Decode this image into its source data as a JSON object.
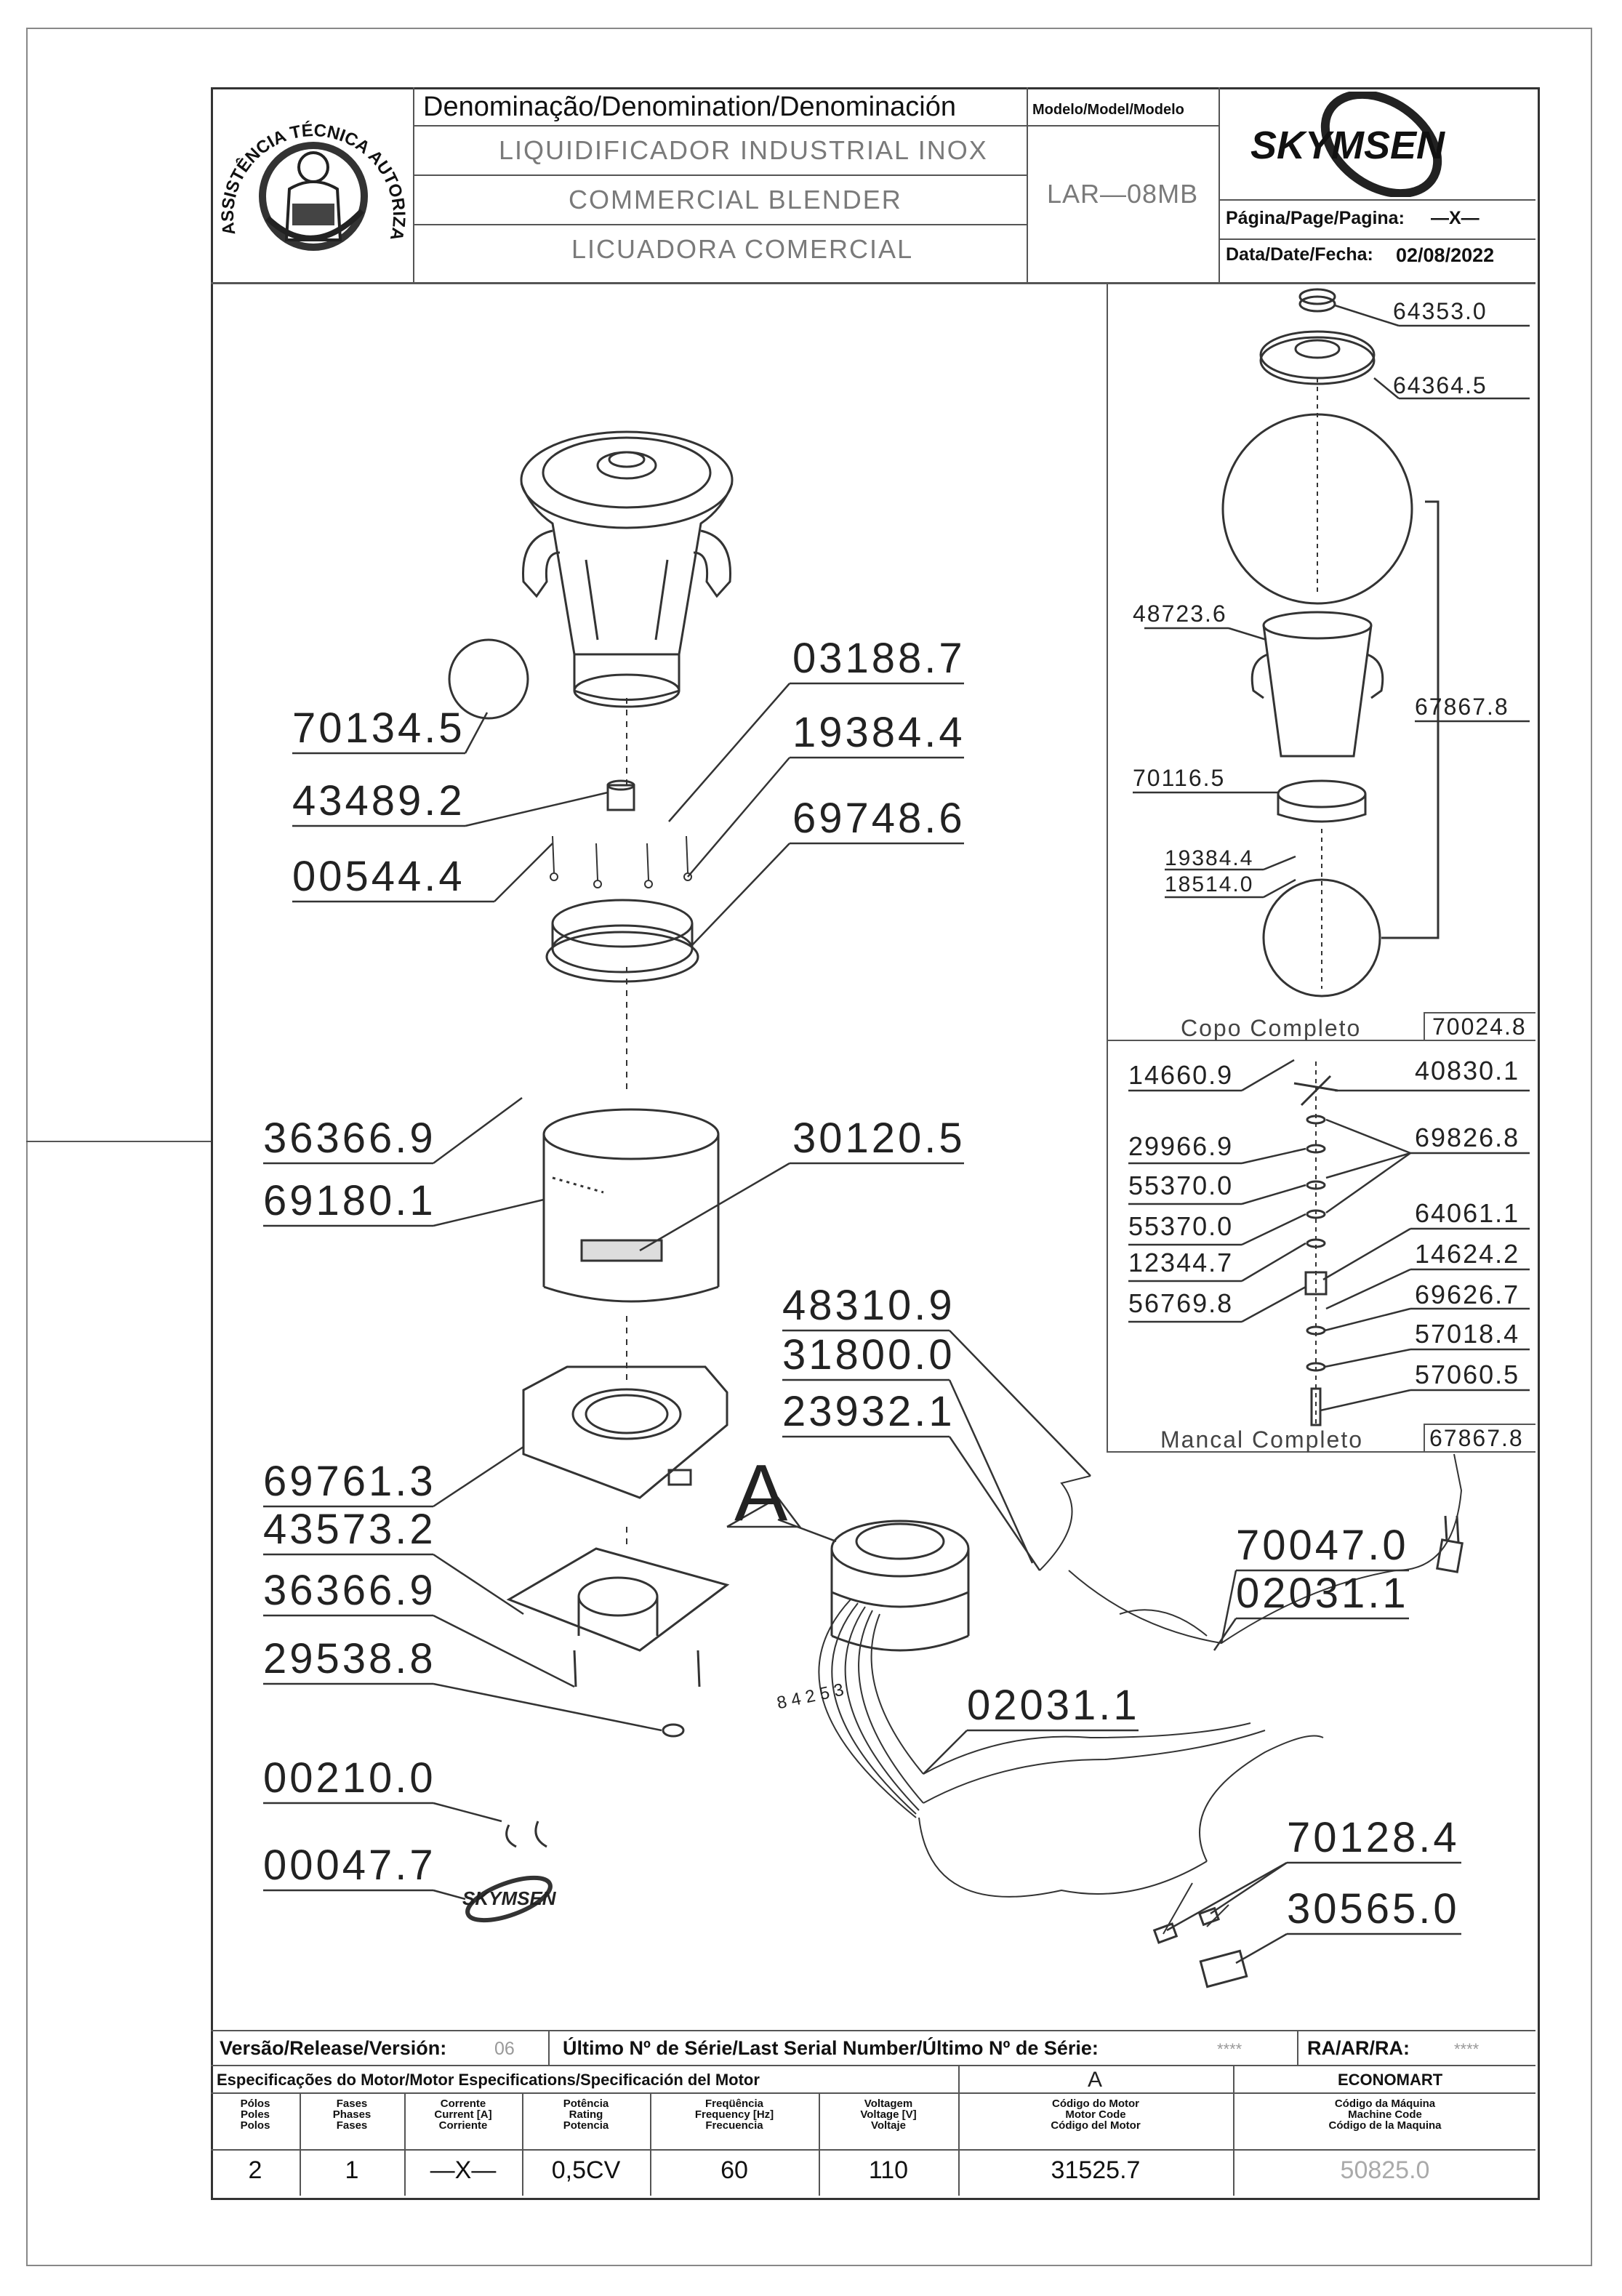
{
  "header": {
    "denomination_title": "Denominação/Denomination/Denominación",
    "names": [
      "LIQUIDIFICADOR INDUSTRIAL INOX",
      "COMMERCIAL BLENDER",
      "LICUADORA COMERCIAL"
    ],
    "model_label": "Modelo/Model/Modelo",
    "model_value": "LAR—08MB",
    "brand": "SKYMSEN",
    "page_label": "Página/Page/Pagina:",
    "page_value": "—X—",
    "date_label": "Data/Date/Fecha:",
    "date_value": "02/08/2022",
    "seal_text": "ASSISTÊNCIA TÉCNICA AUTORIZADA"
  },
  "main_labels": {
    "l70134": "70134.5",
    "l43489": "43489.2",
    "l00544": "00544.4",
    "l03188": "03188.7",
    "l19384": "19384.4",
    "l69748": "69748.6",
    "l36366a": "36366.9",
    "l69180": "69180.1",
    "l30120": "30120.5",
    "l69761": "69761.3",
    "l43573": "43573.2",
    "l36366b": "36366.9",
    "l29538": "29538.8",
    "l00210": "00210.0",
    "l00047": "00047.7",
    "l48310": "48310.9",
    "l31800": "31800.0",
    "l23932": "23932.1",
    "lA": "A",
    "l70047": "70047.0",
    "l02031a": "02031.1",
    "l02031b": "02031.1",
    "l70128": "70128.4",
    "l30565": "30565.0",
    "wire_numbers": "8 4 2 5 3"
  },
  "copo_panel": {
    "l64353": "64353.0",
    "l64364": "64364.5",
    "l48723": "48723.6",
    "l67867": "67867.8",
    "l70116": "70116.5",
    "l19384": "19384.4",
    "l18514": "18514.0",
    "title": "Copo Completo",
    "code": "70024.8"
  },
  "mancal_panel": {
    "l14660": "14660.9",
    "l40830": "40830.1",
    "l29966": "29966.9",
    "l69826": "69826.8",
    "l55370a": "55370.0",
    "l55370b": "55370.0",
    "l64061": "64061.1",
    "l12344": "12344.7",
    "l14624": "14624.2",
    "l56769": "56769.8",
    "l69626": "69626.7",
    "l57018": "57018.4",
    "l57060": "57060.5",
    "title": "Mancal Completo",
    "code": "67867.8"
  },
  "footer": {
    "version_label": "Versão/Release/Versión:",
    "version_value": "06",
    "serial_label": "Último Nº de Série/Last Serial Number/Último Nº de Série:",
    "serial_value": "****",
    "ra_label": "RA/AR/RA:",
    "ra_value": "****",
    "motor_spec_label": "Especificações do Motor/Motor Especifications/Specificación del Motor",
    "motor_letter": "A",
    "economart": "ECONOMART",
    "headers": [
      "Pólos\nPoles\nPolos",
      "Fases\nPhases\nFases",
      "Corrente\nCurrent [A]\nCorriente",
      "Potência\nRating\nPotencia",
      "Freqüência\nFrequency [Hz]\nFrecuencia",
      "Voltagem\nVoltage [V]\nVoltaje",
      "Código do Motor\nMotor Code\nCódigo del Motor",
      "Código da Máquina\nMachine Code\nCódigo de la Maquina"
    ],
    "values": [
      "2",
      "1",
      "—X—",
      "0,5CV",
      "60",
      "110",
      "31525.7",
      "50825.0"
    ]
  }
}
